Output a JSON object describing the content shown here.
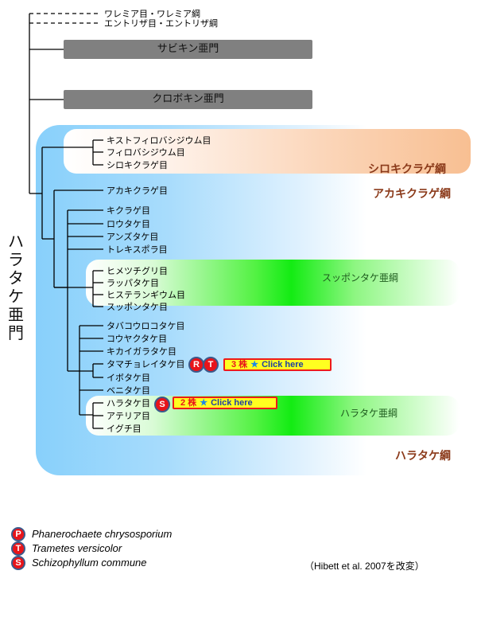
{
  "outgroups": [
    "ワレミア目・ワレミア綱",
    "エントリザ目・エントリザ綱"
  ],
  "subphyla_gray": [
    "サビキン亜門",
    "クロボキン亜門"
  ],
  "agaricomycotina": {
    "label": "ハラタケ亜門",
    "tremellomycetes": {
      "class_label": "シロキクラゲ綱",
      "orders": [
        "キストフィロバシジウム目",
        "フィロバシジウム目",
        "シロキクラゲ目"
      ]
    },
    "dacrymycetes": {
      "class_label": "アカキクラゲ綱",
      "orders": [
        "アカキクラゲ目"
      ]
    },
    "agaricomycetes": {
      "class_label": "ハラタケ綱",
      "basal_orders": [
        "キクラゲ目",
        "ロウタケ目",
        "アンズタケ目",
        "トレキスポラ目"
      ],
      "phallomycetidae": {
        "subclass_label": "スッポンタケ亜綱",
        "orders": [
          "ヒメツチグリ目",
          "ラッパタケ目",
          "ヒステランギウム目",
          "スッポンタケ目"
        ]
      },
      "other_orders": [
        "タバコウロコタケ目",
        "コウヤクタケ目",
        "キカイガラタケ目",
        "タマチョレイタケ目",
        "イボタケ目",
        "ベニタケ目"
      ],
      "agaricomycetidae": {
        "subclass_label": "ハラタケ亜綱",
        "orders": [
          "ハラタケ目",
          "アテリア目",
          "イグチ目"
        ]
      }
    }
  },
  "markers": {
    "polyporales": {
      "badges": [
        "R",
        "T"
      ],
      "button": {
        "count": "3 株",
        "star": "★",
        "text": "Click here"
      }
    },
    "agaricales": {
      "badges": [
        "S"
      ],
      "button": {
        "count": "2 株",
        "star": "★",
        "text": "Click here"
      }
    }
  },
  "legend": [
    {
      "badge": "P",
      "species": "Phanerochaete chrysosporium"
    },
    {
      "badge": "T",
      "species": "Trametes versicolor"
    },
    {
      "badge": "S",
      "species": "Schizophyllum commune"
    }
  ],
  "credit": "（Hibett et al. 2007を改変）",
  "colors": {
    "badge_red": "#e8141a",
    "button_yellow": "#ffff20",
    "class_label": "#8b3a1a",
    "subclass_label": "#1d5a1d"
  }
}
